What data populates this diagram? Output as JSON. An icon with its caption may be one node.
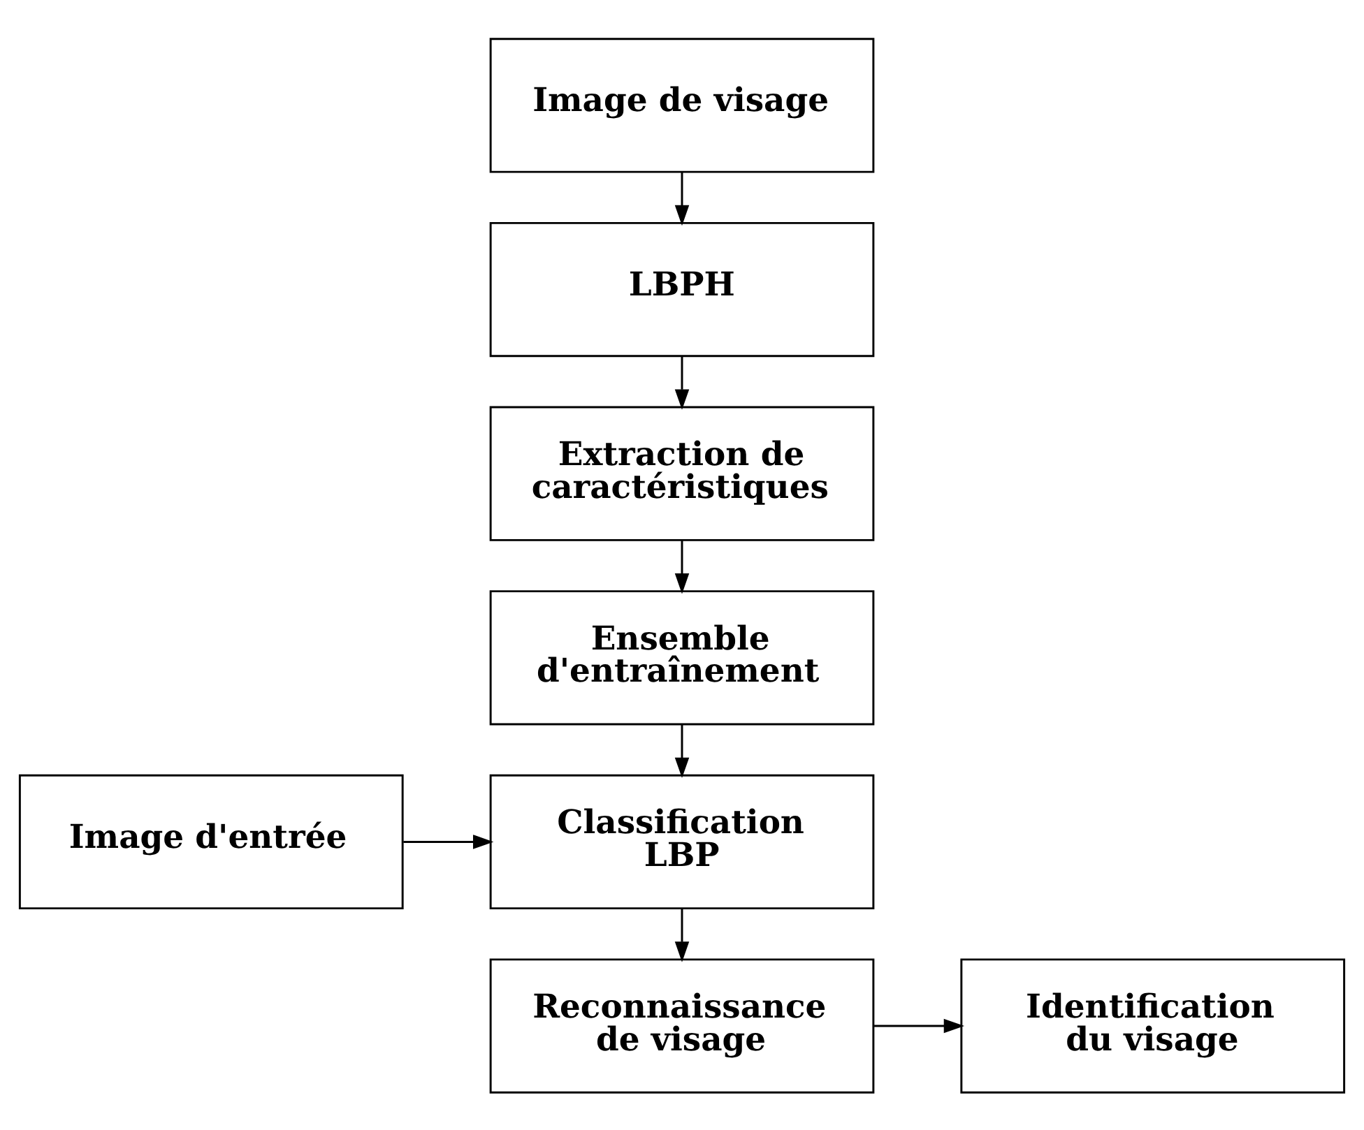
{
  "diagram": {
    "nodes": [
      {
        "text": [
          "Image de visage"
        ]
      },
      {
        "text": [
          "LBPH"
        ]
      },
      {
        "text": [
          "Extraction de caractéristiques"
        ]
      },
      {
        "text": [
          "Ensemble d'entraînement"
        ]
      },
      {
        "text": [
          "Image d'entrée"
        ]
      },
      {
        "text": [
          "Classification LBP"
        ]
      },
      {
        "text": [
          "Reconnaissance de visage"
        ]
      },
      {
        "text": [
          "Identification du visage"
        ]
      }
    ],
    "edges": [
      {
        "from": 0,
        "to": 1,
        "arrow": "to"
      },
      {
        "from": 1,
        "to": 2,
        "arrow": "to"
      },
      {
        "from": 2,
        "to": 3,
        "arrow": "to"
      },
      {
        "from": 3,
        "to": 5,
        "arrow": "to"
      },
      {
        "from": 4,
        "to": 5,
        "arrow": "to"
      },
      {
        "from": 5,
        "to": 6,
        "arrow": "to"
      },
      {
        "from": 6,
        "to": 7,
        "arrow": "to"
      }
    ]
  }
}
